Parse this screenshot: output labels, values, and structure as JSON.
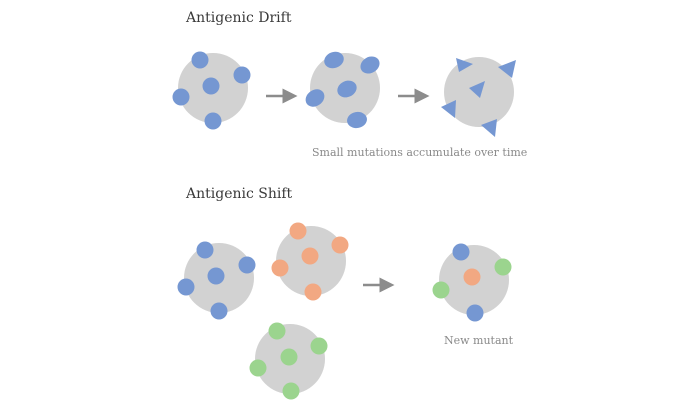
{
  "drift": {
    "title": "Antigenic Drift",
    "caption": "Small mutations accumulate over time"
  },
  "shift": {
    "title": "Antigenic Shift",
    "caption": "New mutant"
  },
  "colors": {
    "virus_body": "#d2d2d2",
    "antigen_blue": "#7597d2",
    "antigen_orange": "#f2a882",
    "antigen_green": "#9bd48e",
    "arrow": "#8c8c8c"
  }
}
